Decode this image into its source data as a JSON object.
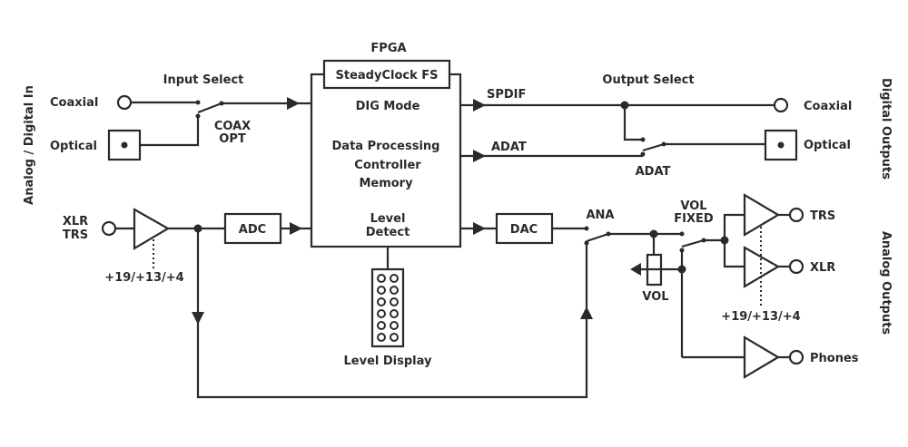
{
  "diagram": {
    "side_labels": {
      "left": "Analog / Digital In",
      "right_top": "Digital Outputs",
      "right_bottom": "Analog Outputs"
    },
    "inputs": {
      "title": "Input Select",
      "coaxial": "Coaxial",
      "optical": "Optical",
      "switch_label_1": "COAX",
      "switch_label_2": "OPT",
      "analog_1": "XLR",
      "analog_2": "TRS",
      "gain": "+19/+13/+4"
    },
    "fpga": {
      "title": "FPGA",
      "clock": "SteadyClock FS",
      "dig_mode": "DIG Mode",
      "line1": "Data Processing",
      "line2": "Controller",
      "line3": "Memory",
      "level1": "Level",
      "level2": "Detect"
    },
    "blocks": {
      "adc": "ADC",
      "dac": "DAC",
      "level_display": "Level Display"
    },
    "outputs": {
      "title": "Output Select",
      "spdif": "SPDIF",
      "adat": "ADAT",
      "adat_switch": "ADAT",
      "coaxial": "Coaxial",
      "optical": "Optical",
      "ana": "ANA",
      "vol_fixed_1": "VOL",
      "vol_fixed_2": "FIXED",
      "vol": "VOL",
      "trs": "TRS",
      "xlr": "XLR",
      "phones": "Phones",
      "gain": "+19/+13/+4"
    }
  }
}
